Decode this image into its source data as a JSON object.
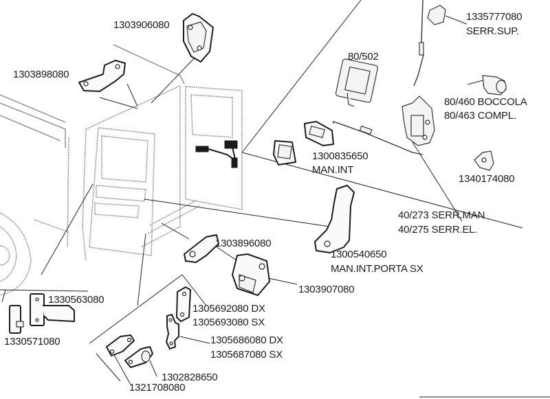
{
  "diagram": {
    "type": "exploded parts diagram",
    "subject": "van rear door lock and hinge components",
    "background_color": "#ffffff",
    "line_color": "#1a1a1a"
  },
  "labels": {
    "p1303906080": "1303906080",
    "p1303898080": "1303898080",
    "p80_502": "80/502",
    "p1335777080_code": "1335777080",
    "p1335777080_desc": "SERR.SUP.",
    "p80_460": "80/460 BOCCOLA",
    "p80_463": "80/463 COMPL.",
    "p1300835650_code": "1300835650",
    "p1300835650_desc": "MAN.INT",
    "p1340174080": "1340174080",
    "p40_273": "40/273 SERR.MAN",
    "p40_275": "40/275 SERR.EL.",
    "p1303896080": "1303896080",
    "p1300540650_code": "1300540650",
    "p1300540650_desc": "MAN.INT.PORTA SX",
    "p1303907080": "1303907080",
    "p1330563080": "1330563080",
    "p1330571080": "1330571080",
    "p1305692080": "1305692080 DX",
    "p1305693080": "1305693080 SX",
    "p1305686080": "1305686080 DX",
    "p1305687080": "1305687080 SX",
    "p1302828650": "1302828650",
    "p1321708080": "1321708080"
  }
}
